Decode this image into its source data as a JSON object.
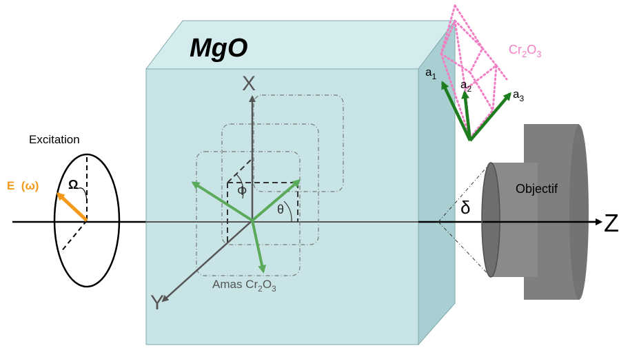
{
  "labels": {
    "crystal": "MgO",
    "crystal_small": "Cr",
    "crystal_small_sub1": "2",
    "crystal_small_mid": "O",
    "crystal_small_sub2": "3",
    "x_axis": "X",
    "y_axis": "Y",
    "z_axis": "Z",
    "excitation": "Excitation",
    "field": "E  (ω)",
    "omega": "Ω",
    "phi": "Φ",
    "theta": "θ",
    "delta": "δ",
    "objective": "Objectif",
    "cluster_prefix": "Amas Cr",
    "cluster_sub1": "2",
    "cluster_mid": "O",
    "cluster_sub2": "3",
    "a1": "a",
    "a1_sub": "1",
    "a2": "a",
    "a2_sub": "2",
    "a3": "a",
    "a3_sub": "3"
  },
  "colors": {
    "crystal_fill": "#c9e4e6",
    "crystal_side": "#a9cfd2",
    "crystal_edge": "#7fa8ab",
    "green_vectors": "#5aaa5a",
    "dark_green": "#1e7d1e",
    "orange": "#f39a1e",
    "pink": "#f07fc4",
    "objective_gray": "#808080",
    "axis_gray": "#555555"
  }
}
